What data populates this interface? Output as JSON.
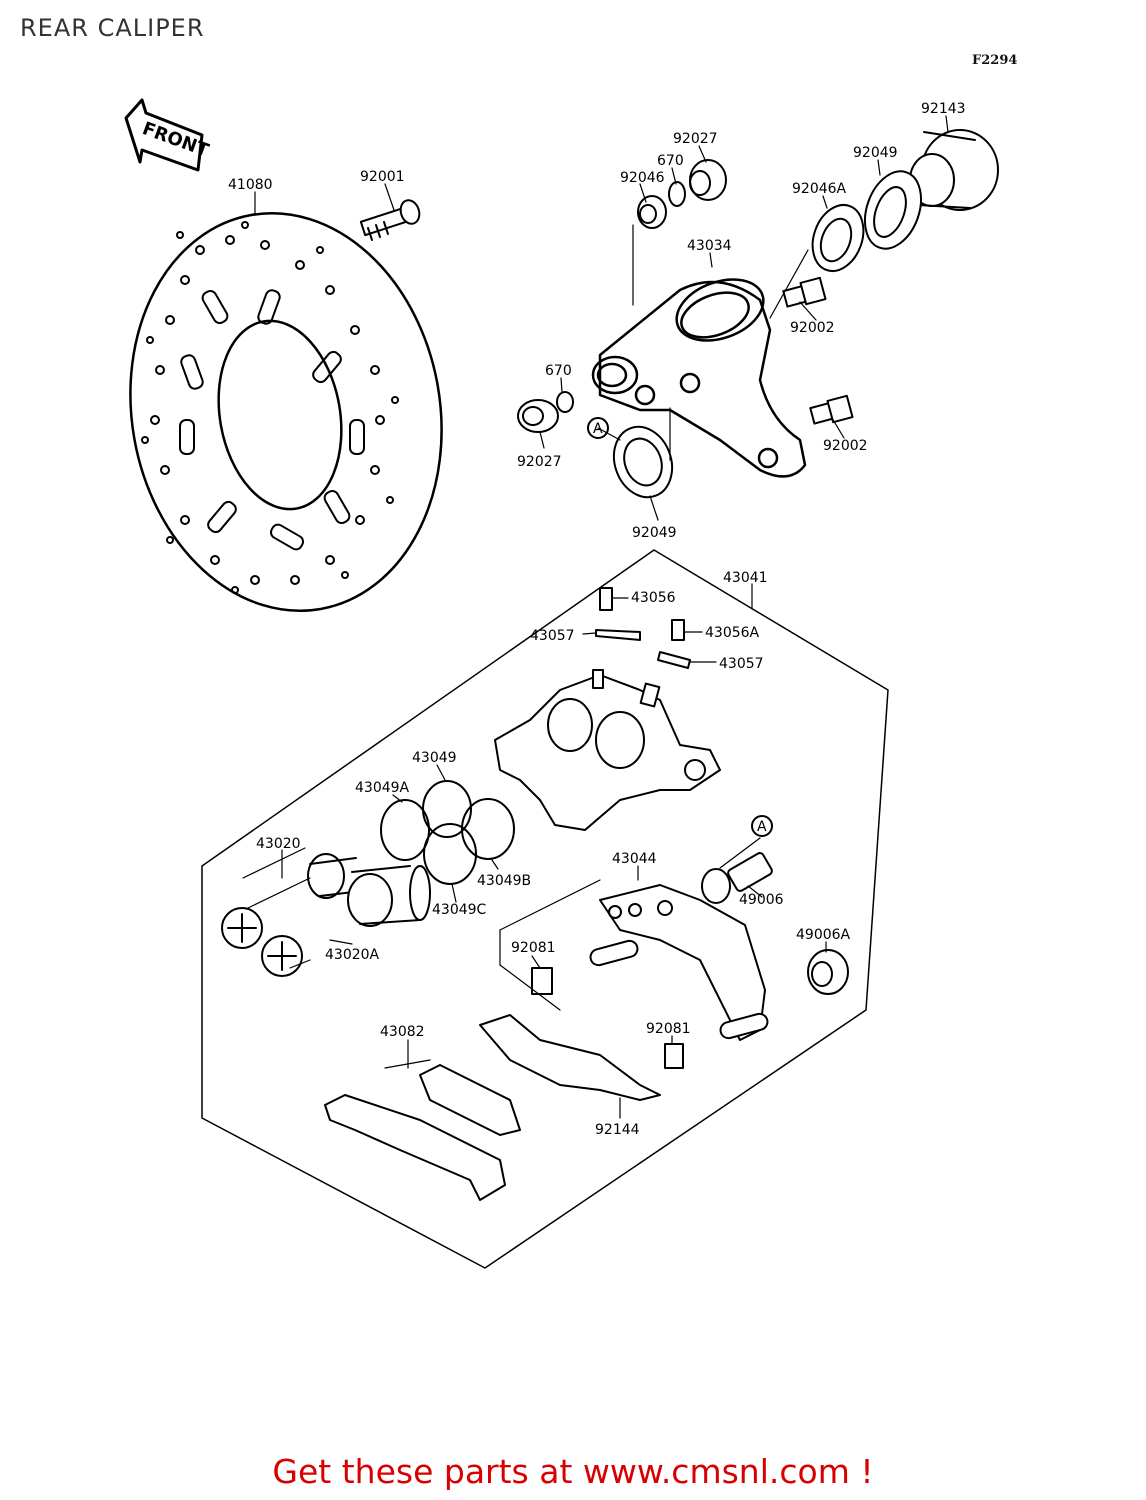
{
  "page": {
    "title": "REAR CALIPER",
    "figure_code": "F2294"
  },
  "front_marker": "FRONT",
  "callouts": {
    "c41080": "41080",
    "c92001": "92001",
    "c92027a": "92027",
    "c670a": "670",
    "c92046": "92046",
    "c92049a": "92049",
    "c92143": "92143",
    "c92046a": "92046A",
    "c43034": "43034",
    "c92002a": "92002",
    "c670b": "670",
    "c92027b": "92027",
    "c92002b": "92002",
    "c92049b": "92049",
    "c43041": "43041",
    "c43056": "43056",
    "c43057a": "43057",
    "c43056a": "43056A",
    "c43057b": "43057",
    "c43049": "43049",
    "c43049a": "43049A",
    "c43020": "43020",
    "c43049b": "43049B",
    "c43049c": "43049C",
    "c43020a": "43020A",
    "c43044": "43044",
    "c49006": "49006",
    "c92081a": "92081",
    "c49006a": "49006A",
    "c43082": "43082",
    "c92081b": "92081",
    "c92144": "92144",
    "ref_a1": "A",
    "ref_a2": "A"
  },
  "footer": {
    "text": "Get these parts at www.cmsnl.com !",
    "color": "#d80000"
  }
}
